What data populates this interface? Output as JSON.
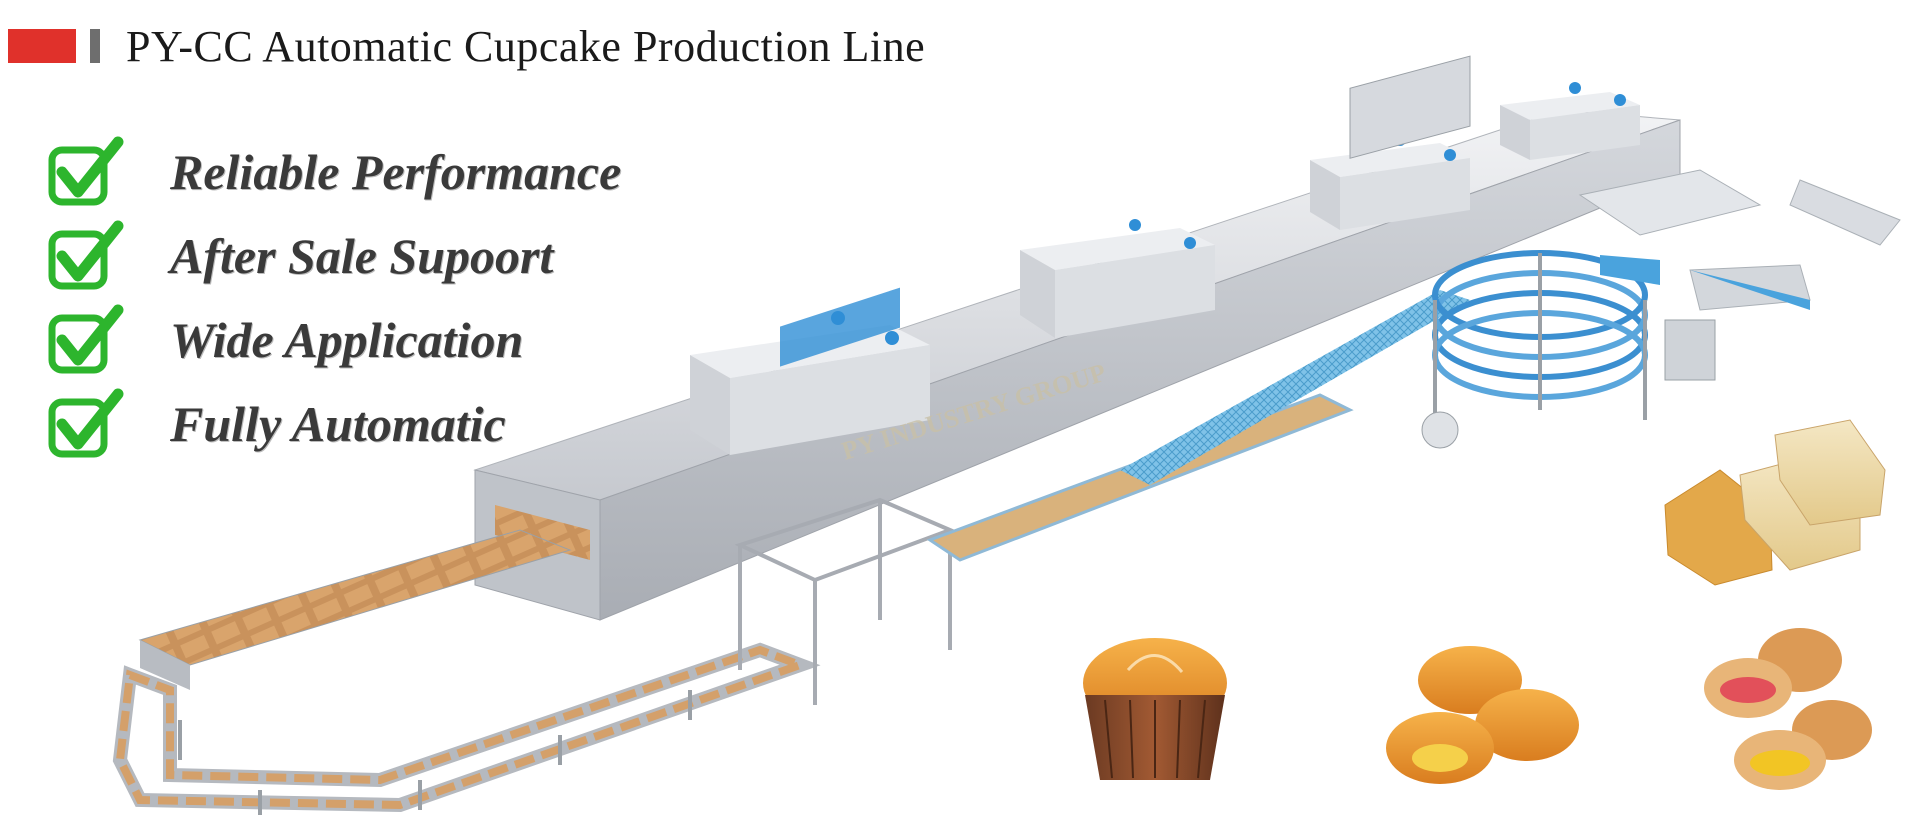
{
  "header": {
    "title": "PY-CC Automatic Cupcake Production Line",
    "accent_color": "#e0312b",
    "divider_color": "#6e6e6e"
  },
  "features": {
    "check_color": "#2db52d",
    "items": [
      {
        "label": "Reliable Performance",
        "icon": "check-box-icon"
      },
      {
        "label": "After Sale Supoort",
        "icon": "check-box-icon"
      },
      {
        "label": "Wide Application",
        "icon": "check-box-icon"
      },
      {
        "label": "Fully Automatic",
        "icon": "check-box-icon"
      }
    ]
  },
  "illustration": {
    "watermark": "PY INDUSTRY GROUP",
    "products": [
      "cupcake",
      "round-cakes",
      "filled-cakes",
      "sponge-cake-slices"
    ]
  }
}
